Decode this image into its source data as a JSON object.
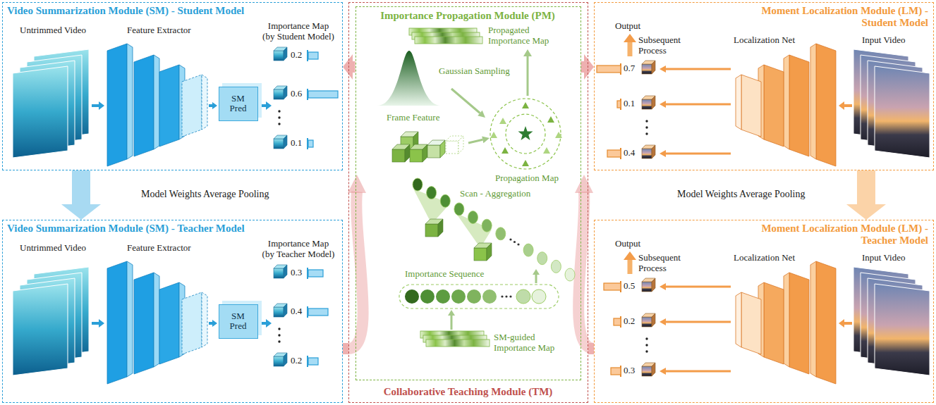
{
  "diagram": {
    "nodes": [
      {
        "text": [
          "Video Summarization Module (SM) - Student Model"
        ]
      },
      {
        "text": [
          "SM Pred"
        ],
        "in": 0
      },
      {
        "text": [
          "Video Summarization Module (SM) - Teacher Model"
        ]
      },
      {
        "text": [
          "SM Pred"
        ],
        "in": 2
      },
      {
        "text": [
          "Collaborative Teaching Module (TM)"
        ]
      },
      {
        "text": [
          "Importance Propagation Module (PM)"
        ],
        "in": 4
      },
      {
        "text": [
          "Moment Localization Module (LM) - Student Model"
        ]
      },
      {
        "text": [
          "Moment Localization Module (LM) - Teacher Model"
        ]
      }
    ],
    "edges": [
      {
        "from": 0,
        "to": 2,
        "arrow": "to",
        "label": "Model Weights Average Pooling"
      },
      {
        "from": 6,
        "to": 7,
        "arrow": "to",
        "label": "Model Weights Average Pooling"
      },
      {
        "from": 5,
        "to": 0,
        "arrow": "to"
      },
      {
        "from": 5,
        "to": 6,
        "arrow": "to"
      },
      {
        "from": 2,
        "to": 4,
        "arrow": "none"
      },
      {
        "from": 7,
        "to": 4,
        "arrow": "none"
      }
    ],
    "labels": [
      "Untrimmed Video",
      "Feature Extractor",
      "Importance Map (by Student Model)",
      "0.2",
      "0.6",
      "0.1",
      "Untrimmed Video",
      "Feature Extractor",
      "Importance Map (by Teacher Model)",
      "0.3",
      "0.4",
      "0.2",
      "Propagated Importance Map",
      "Gaussian Sampling",
      "Frame Feature",
      "Propagation Map",
      "Scan - Aggregation",
      "Importance Sequence",
      "SM-guided Importance Map",
      "Output",
      "Subsequent Process",
      "Localization Net",
      "Input Video",
      "0.7",
      "0.1",
      "0.4",
      "Output",
      "Subsequent Process",
      "Localization Net",
      "Input Video",
      "0.5",
      "0.2",
      "0.3"
    ]
  }
}
